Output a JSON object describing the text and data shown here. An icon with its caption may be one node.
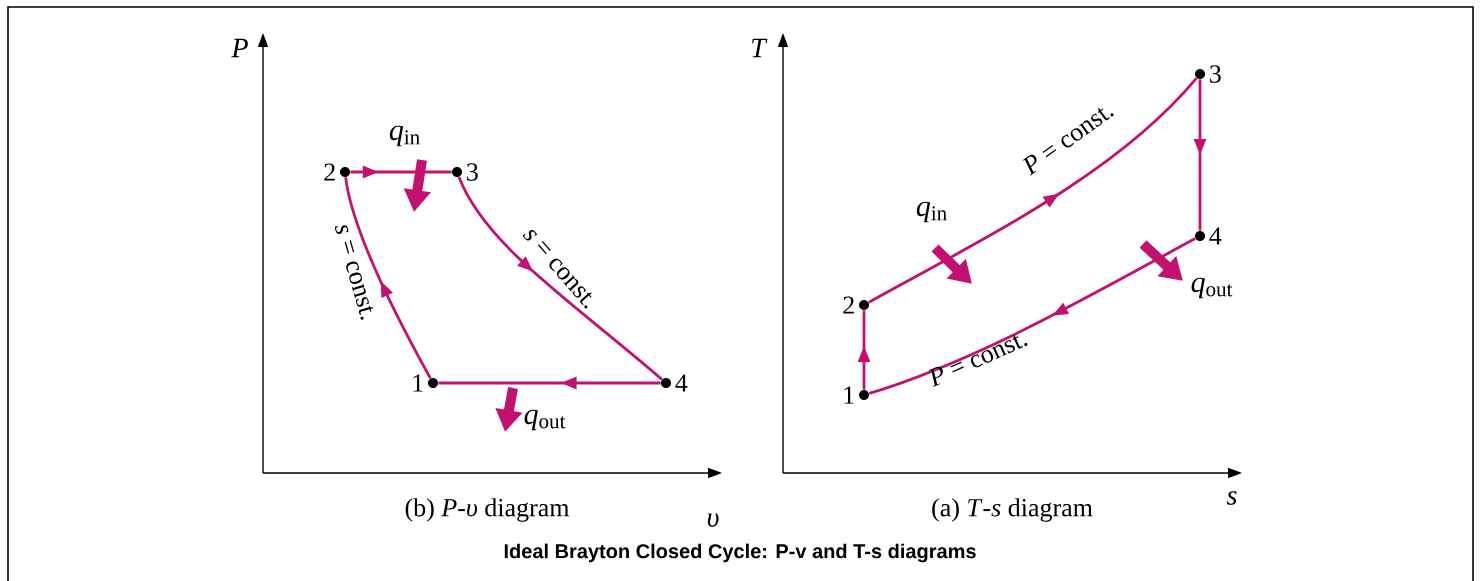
{
  "diagram": {
    "caption": "Ideal Brayton Closed Cycle: P-v and T-s diagrams",
    "nodes": [
      {
        "text": [
          "1"
        ]
      },
      {
        "text": [
          "2"
        ]
      },
      {
        "text": [
          "3"
        ]
      },
      {
        "text": [
          "4"
        ]
      },
      {
        "text": [
          "1"
        ]
      },
      {
        "text": [
          "2"
        ]
      },
      {
        "text": [
          "3"
        ]
      },
      {
        "text": [
          "4"
        ]
      }
    ],
    "edges": [
      {
        "from": 0,
        "to": 1,
        "arrow": "to",
        "label": "*s* = const."
      },
      {
        "from": 1,
        "to": 2,
        "arrow": "to"
      },
      {
        "from": 2,
        "to": 3,
        "arrow": "to",
        "label": "*s* = const."
      },
      {
        "from": 3,
        "to": 0,
        "arrow": "to"
      },
      {
        "from": 4,
        "to": 5,
        "arrow": "to"
      },
      {
        "from": 5,
        "to": 6,
        "arrow": "to",
        "label": "*P* = const."
      },
      {
        "from": 6,
        "to": 7,
        "arrow": "to"
      },
      {
        "from": 7,
        "to": 4,
        "arrow": "to",
        "label": "*P* = const."
      }
    ],
    "labels": [
      "P",
      "*q*$_{in}$",
      "*q*$_{out}$",
      "υ",
      "(b) *P*-*υ* diagram",
      "T",
      "*q*$_{in}$",
      "*q*$_{out}$",
      "s",
      "(a) *T*-*s* diagram"
    ]
  }
}
